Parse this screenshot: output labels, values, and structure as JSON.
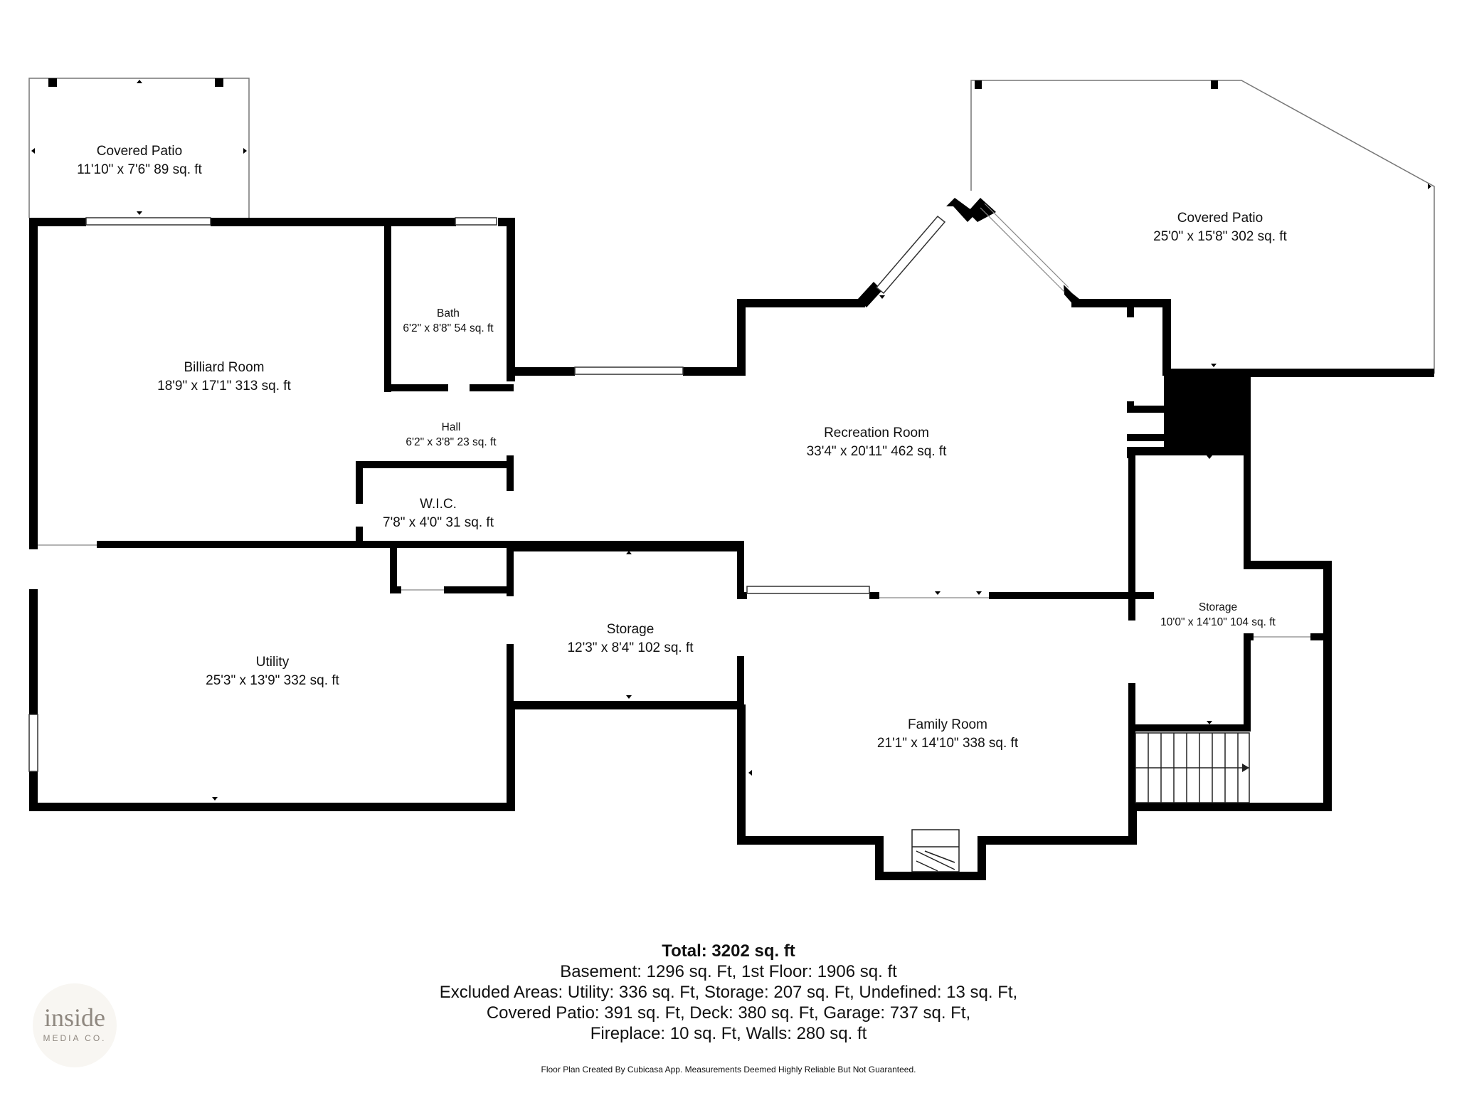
{
  "rooms": {
    "patio_left": {
      "name": "Covered Patio",
      "dims": "11'10\" x 7'6\" 89 sq. ft"
    },
    "patio_right": {
      "name": "Covered Patio",
      "dims": "25'0\" x 15'8\" 302 sq. ft"
    },
    "bath": {
      "name": "Bath",
      "dims": "6'2\" x 8'8\" 54 sq. ft"
    },
    "billiard": {
      "name": "Billiard Room",
      "dims": "18'9\" x 17'1\" 313 sq. ft"
    },
    "hall": {
      "name": "Hall",
      "dims": "6'2\" x 3'8\" 23 sq. ft"
    },
    "recreation": {
      "name": "Recreation Room",
      "dims": "33'4\" x 20'11\" 462 sq. ft"
    },
    "wic": {
      "name": "W.I.C.",
      "dims": "7'8\" x 4'0\" 31 sq. ft"
    },
    "utility": {
      "name": "Utility",
      "dims": "25'3\" x 13'9\" 332 sq. ft"
    },
    "storage_mid": {
      "name": "Storage",
      "dims": "12'3\" x 8'4\" 102 sq. ft"
    },
    "storage_right": {
      "name": "Storage",
      "dims": "10'0\" x 14'10\" 104 sq. ft"
    },
    "family": {
      "name": "Family Room",
      "dims": "21'1\" x 14'10\" 338 sq. ft"
    }
  },
  "summary": {
    "total": "Total: 3202 sq. ft",
    "line1": "Basement: 1296 sq. Ft, 1st Floor: 1906 sq. ft",
    "line2": "Excluded Areas: Utility: 336 sq. Ft, Storage: 207 sq. Ft, Undefined: 13 sq. Ft,",
    "line3": "Covered Patio: 391 sq. Ft, Deck: 380 sq. Ft, Garage: 737 sq. Ft,",
    "line4": "Fireplace: 10 sq. Ft, Walls: 280 sq. ft"
  },
  "disclaimer": "Floor Plan Created By Cubicasa App. Measurements Deemed Highly Reliable But Not Guaranteed.",
  "logo": {
    "brand": "inside",
    "tagline": "MEDIA CO."
  },
  "colors": {
    "wall": "#000000",
    "thin_line": "#555555",
    "logo_text": "#8f8880",
    "logo_bg": "#f8f6f2"
  }
}
